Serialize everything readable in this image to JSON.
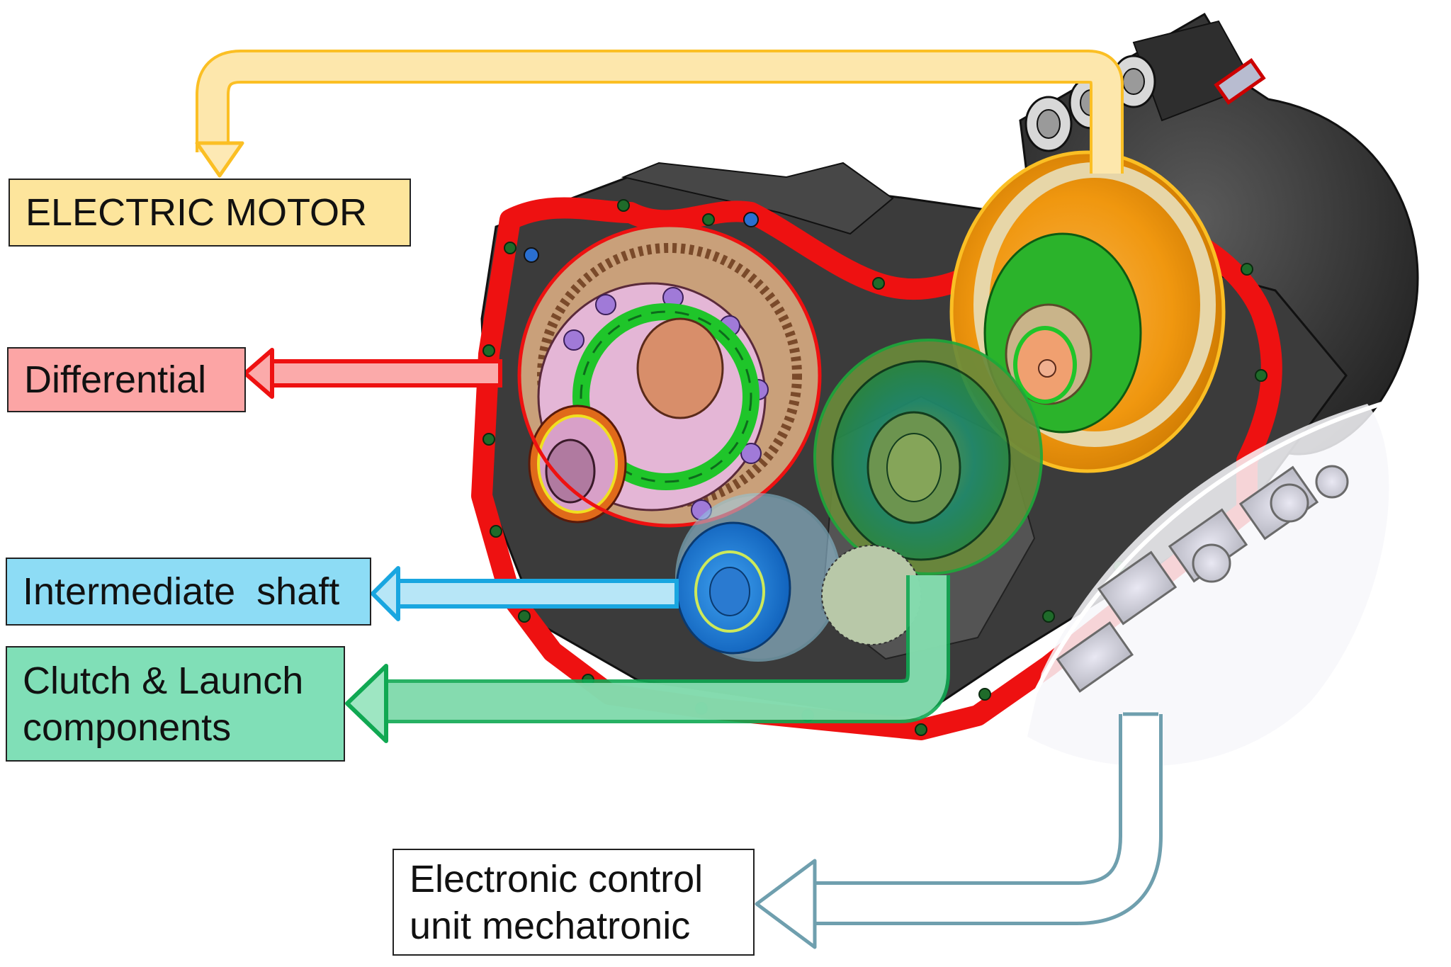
{
  "diagram": {
    "subject": "Electric drive transmission assembly (CAD cutaway)",
    "labels": {
      "electric_motor": "ELECTRIC MOTOR",
      "differential": "Differential",
      "intermediate_shaft": "Intermediate  shaft",
      "clutch_line1": "Clutch & Launch",
      "clutch_line2": "components",
      "ecu_line1": "Electronic control",
      "ecu_line2": "unit mechatronic"
    },
    "colors": {
      "electric_motor": {
        "fill": "#fde59c",
        "arrow": "#fbbf24"
      },
      "differential": {
        "fill": "#fca5a5",
        "arrow": "#ef1b1b"
      },
      "intermediate_shaft": {
        "fill": "#8ddcf5",
        "arrow": "#19a6e0"
      },
      "clutch": {
        "fill": "#80dfb7",
        "arrow": "#10a852"
      },
      "ecu": {
        "fill": "#ffffff",
        "arrow": "#6f9fae"
      },
      "housing_gasket": "#ee1111",
      "housing_body": "#3a3a3a"
    }
  }
}
